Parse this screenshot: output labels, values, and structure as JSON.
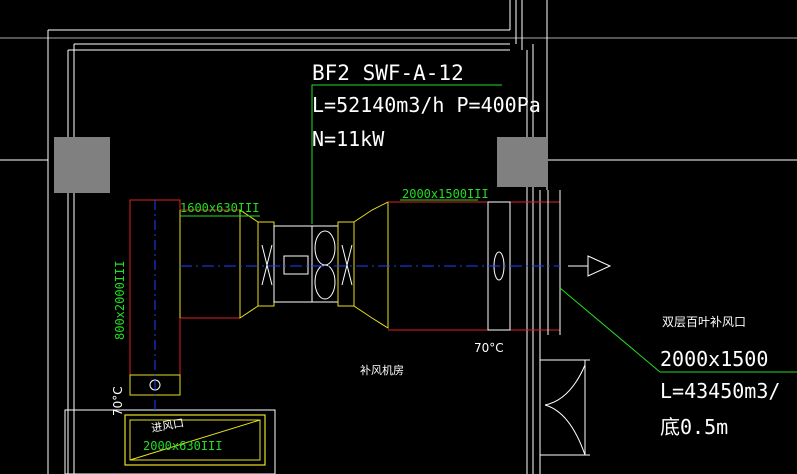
{
  "fan": {
    "tag": "BF2 SWF-A-12",
    "airflow_pressure": "L=52140m3/h P=400Pa",
    "power": "N=11kW"
  },
  "duct_labels": {
    "upper_left": "1600x630III",
    "upper_right": "2000x1500III",
    "vertical": "800x2000III",
    "lower": "2000x630III"
  },
  "temperature_labels": {
    "right": "70°C",
    "left": "70°C"
  },
  "room_label": "补风机房",
  "lower_box_label": "进风口",
  "louver": {
    "title": "双层百叶补风口",
    "size": "2000x1500",
    "airflow": "L=43450m3/",
    "height": "底0.5m"
  },
  "colors": {
    "background": "#000000",
    "wall": "#ffffff",
    "duct_red": "#e02020",
    "equipment_yellow": "#e8e020",
    "centerline_blue": "#2040ff",
    "leader_green": "#22dd22",
    "column_gray": "#808080"
  }
}
